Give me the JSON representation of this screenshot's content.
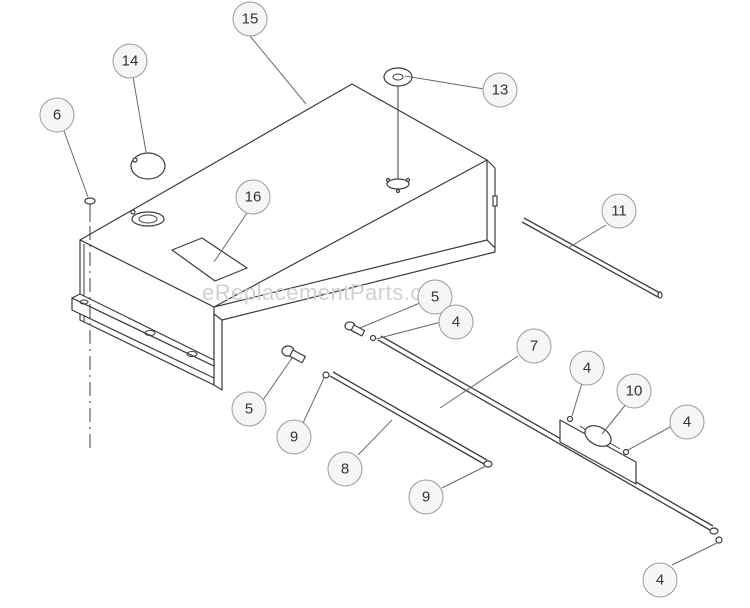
{
  "watermark": "eReplacementParts.com",
  "callouts": [
    {
      "id": "c15",
      "label": "15"
    },
    {
      "id": "c14",
      "label": "14"
    },
    {
      "id": "c13",
      "label": "13"
    },
    {
      "id": "c6",
      "label": "6"
    },
    {
      "id": "c16",
      "label": "16"
    },
    {
      "id": "c11",
      "label": "11"
    },
    {
      "id": "c5a",
      "label": "5"
    },
    {
      "id": "c4a",
      "label": "4"
    },
    {
      "id": "c7",
      "label": "7"
    },
    {
      "id": "c4b",
      "label": "4"
    },
    {
      "id": "c10",
      "label": "10"
    },
    {
      "id": "c4c",
      "label": "4"
    },
    {
      "id": "c5b",
      "label": "5"
    },
    {
      "id": "c9a",
      "label": "9"
    },
    {
      "id": "c8",
      "label": "8"
    },
    {
      "id": "c9b",
      "label": "9"
    },
    {
      "id": "c4d",
      "label": "4"
    }
  ]
}
